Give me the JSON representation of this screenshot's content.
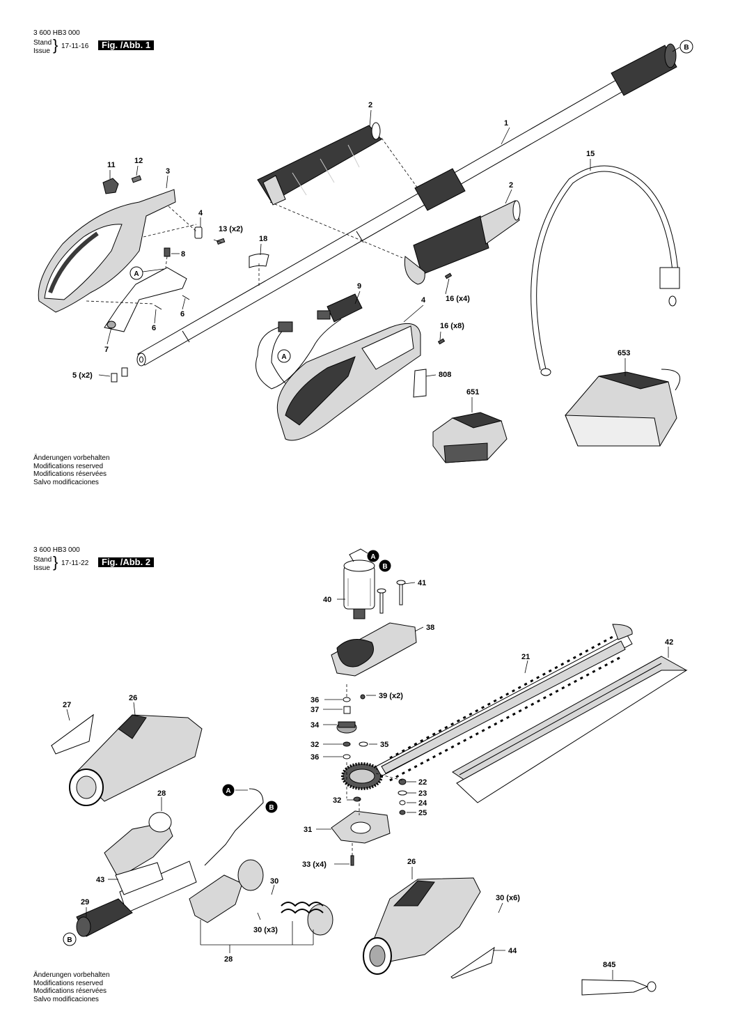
{
  "sheet1": {
    "code": "3 600 HB3 000",
    "stand_label": "Stand",
    "issue_label": "Issue",
    "brace": "}",
    "date": "17-11-16",
    "fig_label": "Fig. /Abb. 1",
    "notes": [
      "Änderungen vorbehalten",
      "Modifications reserved",
      "Modifications réservées",
      "Salvo modificaciones"
    ],
    "callouts": {
      "n1": "1",
      "n2a": "2",
      "n2b": "2",
      "n3": "3",
      "n4a": "4",
      "n4b": "4",
      "n5": "5  (x2)",
      "n6a": "6",
      "n6b": "6",
      "n7": "7",
      "n8": "8",
      "n9": "9",
      "n11": "11",
      "n12": "12",
      "n13": "13 (x2)",
      "n15": "15",
      "n16a": "16 (x4)",
      "n16b": "16 (x8)",
      "n18": "18",
      "n651": "651",
      "n653": "653",
      "n808": "808",
      "cB": "B",
      "cA1": "A",
      "cA2": "A"
    }
  },
  "sheet2": {
    "code": "3 600 HB3 000",
    "stand_label": "Stand",
    "issue_label": "Issue",
    "brace": "}",
    "date": "17-11-22",
    "fig_label": "Fig. /Abb. 2",
    "notes": [
      "Änderungen vorbehalten",
      "Modifications reserved",
      "Modifications réservées",
      "Salvo modificaciones"
    ],
    "callouts": {
      "n21": "21",
      "n22": "22",
      "n23": "23",
      "n24": "24",
      "n25": "25",
      "n26a": "26",
      "n26b": "26",
      "n27": "27",
      "n28a": "28",
      "n28b": "28",
      "n29": "29",
      "n30a": "30",
      "n30b": "30 (x3)",
      "n30c": "30 (x6)",
      "n31": "31",
      "n32a": "32",
      "n32b": "32",
      "n33": "33 (x4)",
      "n34": "34",
      "n35": "35",
      "n36a": "36",
      "n36b": "36",
      "n37": "37",
      "n38": "38",
      "n39": "39 (x2)",
      "n40": "40",
      "n41": "41",
      "n42": "42",
      "n43": "43",
      "n44": "44",
      "n845": "845",
      "cA1": "A",
      "cB1": "B",
      "cA2": "A",
      "cB2": "B",
      "cB3": "B"
    }
  },
  "colors": {
    "ink": "#000000",
    "grip": "#3a3a3a",
    "body": "#d8d8d8",
    "paper": "#ffffff"
  }
}
